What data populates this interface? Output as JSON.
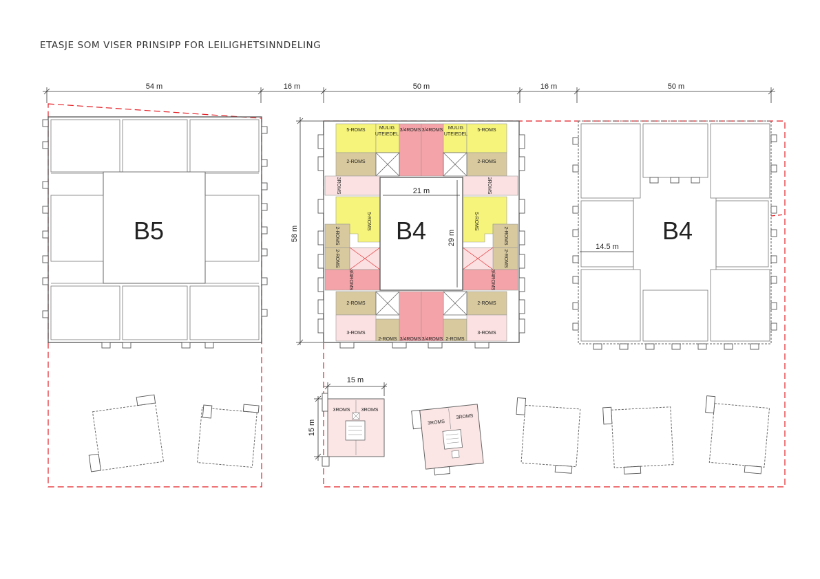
{
  "title": "ETASJE SOM VISER PRINSIPP FOR LEILIGHETSINNDELING",
  "colors": {
    "yellow": "#f6f47a",
    "olive": "#d8c99e",
    "red": "#f4a3a8",
    "pink": "#fbe1e1",
    "lightpink": "#fbe5e5",
    "redline": "#e31e24"
  },
  "dimensions": {
    "d1": "54 m",
    "d2": "16 m",
    "d3": "50 m",
    "d4": "16 m",
    "d5": "50 m",
    "height_b4": "58 m",
    "courtyard_width": "21 m",
    "courtyard_height": "29 m",
    "wing_depth": "14.5 m",
    "small_width": "15 m",
    "small_height": "15 m"
  },
  "blocks": {
    "b5": "B5",
    "b4a": "B4",
    "b4b": "B4"
  },
  "units": {
    "r5_nw": "5-ROMS",
    "mulig_nw_1": "MULIG",
    "mulig_nw_2": "UTEIEDEL",
    "r34_n1": "3/4ROMS",
    "r34_n2": "3/4ROMS",
    "mulig_ne_1": "MULIG",
    "mulig_ne_2": "UTEIEDEL",
    "r5_ne": "5-ROMS",
    "r2_nw": "2-ROMS",
    "r2_ne": "2-ROMS",
    "r3_w1": "3ROMS",
    "r3_e1": "3ROMS",
    "r5_w": "5-ROMS",
    "r5_e": "5-ROMS",
    "r2_w1": "2-ROMS",
    "r2_w2": "2-ROMS",
    "r2_e1": "2-ROMS",
    "r2_e2": "2-ROMS",
    "r34_w": "3/4ROMS",
    "r34_e": "3/4ROMS",
    "r2_sw": "2-ROMS",
    "r2_se": "2-ROMS",
    "r3_sw": "3-ROMS",
    "r3_se": "3-ROMS",
    "r2_s1": "2-ROMS",
    "r34_s1": "3/4ROMS",
    "r34_s2": "3/4ROMS",
    "r2_s2": "2-ROMS",
    "small1_a": "3ROMS",
    "small1_b": "3ROMS",
    "small2_a": "3ROMS",
    "small2_b": "3ROMS"
  }
}
